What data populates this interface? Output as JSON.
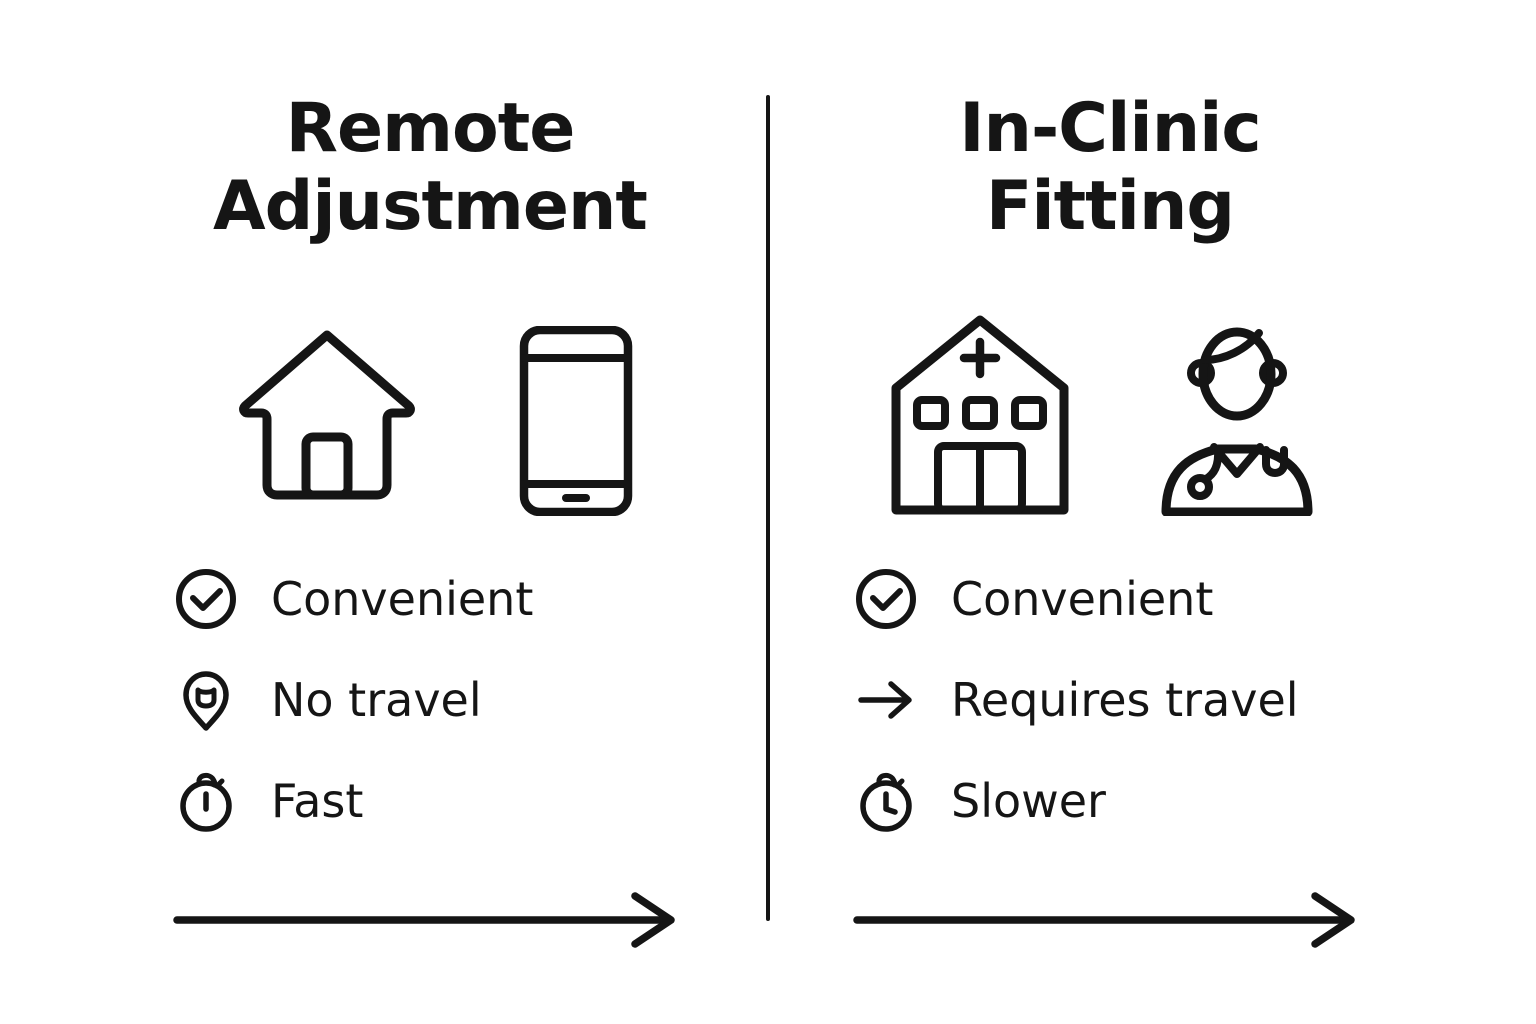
{
  "colors": {
    "foreground": "#151515",
    "background": "#ffffff"
  },
  "columns": {
    "left": {
      "title_line1": "Remote",
      "title_line2": "Adjustment",
      "icons": [
        "home-icon",
        "smartphone-icon"
      ],
      "features": [
        {
          "icon": "check-circle-icon",
          "label": "Convenient"
        },
        {
          "icon": "location-pin-icon",
          "label": "No travel"
        },
        {
          "icon": "stopwatch-icon",
          "label": "Fast"
        }
      ]
    },
    "right": {
      "title_line1": "In-Clinic",
      "title_line2": "Fitting",
      "icons": [
        "hospital-icon",
        "doctor-icon"
      ],
      "features": [
        {
          "icon": "check-circle-icon",
          "label": "Convenient"
        },
        {
          "icon": "arrow-right-icon",
          "label": "Requires travel"
        },
        {
          "icon": "stopwatch-icon",
          "label": "Slower"
        }
      ]
    }
  }
}
